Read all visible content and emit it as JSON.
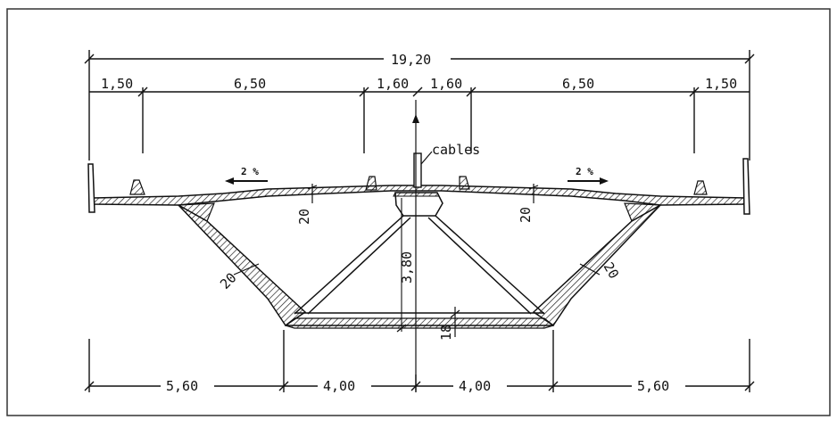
{
  "drawing": {
    "overall_width": "19,20",
    "top_dims": [
      "1,50",
      "6,50",
      "1,60",
      "1,60",
      "6,50",
      "1,50"
    ],
    "bottom_dims": [
      "5,60",
      "4,00",
      "4,00",
      "5,60"
    ],
    "slope_left": "2 %",
    "slope_right": "2 %",
    "cables_label": "cables",
    "deck_thickness_left": "20",
    "deck_thickness_right": "20",
    "web_thickness_left": "20",
    "web_thickness_right": "20",
    "box_height": "3,80",
    "bottom_slab_thickness": "18"
  }
}
